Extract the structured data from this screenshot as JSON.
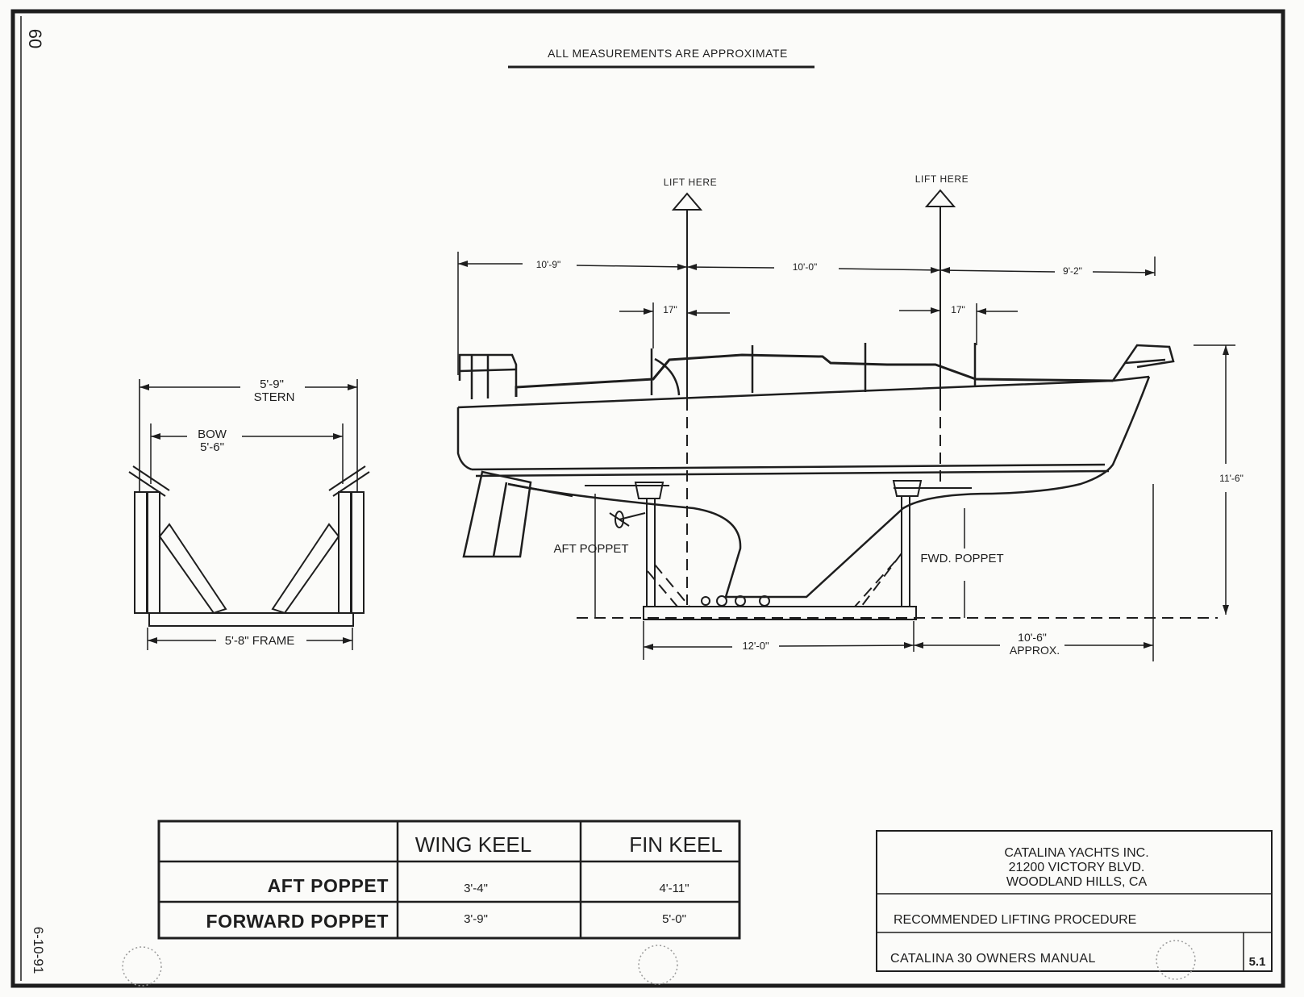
{
  "header": {
    "page_number": "60",
    "note": "ALL MEASUREMENTS ARE APPROXIMATE",
    "date_code": "6-10-91"
  },
  "side_view": {
    "lift_labels": [
      "LIFT HERE",
      "LIFT HERE"
    ],
    "dims": {
      "aft_overhang": "10'-9\"",
      "between_lifts": "10'-0\"",
      "fwd_overhang": "9'-2\"",
      "aft_offset": "17\"",
      "fwd_offset": "17\"",
      "height": "11'-6\"",
      "frame_length": "12'-0\"",
      "bow_overhang": "10'-6\"",
      "bow_overhang_note": "APPROX."
    },
    "labels": {
      "aft_poppet": "AFT POPPET",
      "fwd_poppet": "FWD. POPPET"
    }
  },
  "end_view": {
    "stern_width": "5'-9\"",
    "stern_label": "STERN",
    "bow_label": "BOW",
    "bow_width": "5'-6\"",
    "frame_label": "5'-8\" FRAME"
  },
  "poppet_table": {
    "columns": [
      "WING KEEL",
      "FIN KEEL"
    ],
    "rows": [
      {
        "label": "AFT POPPET",
        "values": [
          "3'-4\"",
          "4'-11\""
        ]
      },
      {
        "label": "FORWARD POPPET",
        "values": [
          "3'-9\"",
          "5'-0\""
        ]
      }
    ]
  },
  "title_block": {
    "company": "CATALINA YACHTS INC.",
    "address_line1": "21200 VICTORY BLVD.",
    "address_line2": "WOODLAND HILLS, CA",
    "title": "RECOMMENDED LIFTING PROCEDURE",
    "manual": "CATALINA 30 OWNERS MANUAL",
    "section": "5.1"
  }
}
